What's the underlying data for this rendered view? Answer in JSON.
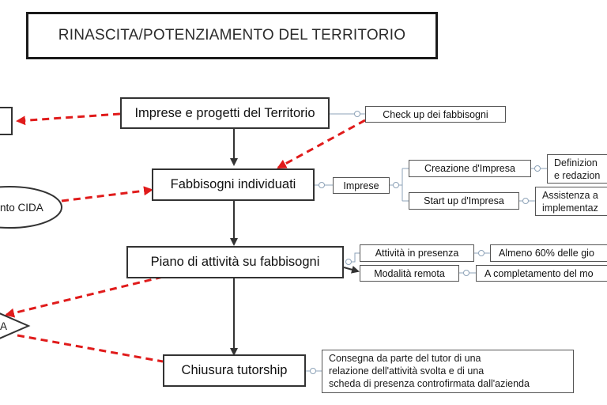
{
  "title": "RINASCITA/POTENZIAMENTO DEL TERRITORIO",
  "main_nodes": {
    "imprese_progetti": "Imprese e progetti del Territorio",
    "fabbisogni": "Fabbisogni individuati",
    "piano": "Piano di attività su fabbisogni",
    "chiusura": "Chiusura tutorship"
  },
  "side_nodes": {
    "cida": "nto CIDA",
    "a_partial": "A"
  },
  "branch_nodes": {
    "check_up": "Check up dei fabbisogni",
    "imprese": "Imprese",
    "creazione": "Creazione d'Impresa",
    "start_up": "Start up d'Impresa",
    "definizione": [
      "Definizion",
      "e redazion"
    ],
    "assistenza": [
      "Assistenza a",
      "implementaz"
    ],
    "attivita_presenza": "Attività in presenza",
    "almeno": "Almeno 60% delle gio",
    "modalita_remota": "Modalità remota",
    "completamento": "A completamento del mo",
    "consegna": [
      "Consegna da parte del tutor di una",
      "relazione dell'attività svolta e di una",
      "scheda di presenza controfirmata dall'azienda"
    ]
  },
  "colors": {
    "dashed_arrow": "#e01b1b",
    "connector": "#8ea3b8",
    "flow_arrow": "#333333"
  }
}
